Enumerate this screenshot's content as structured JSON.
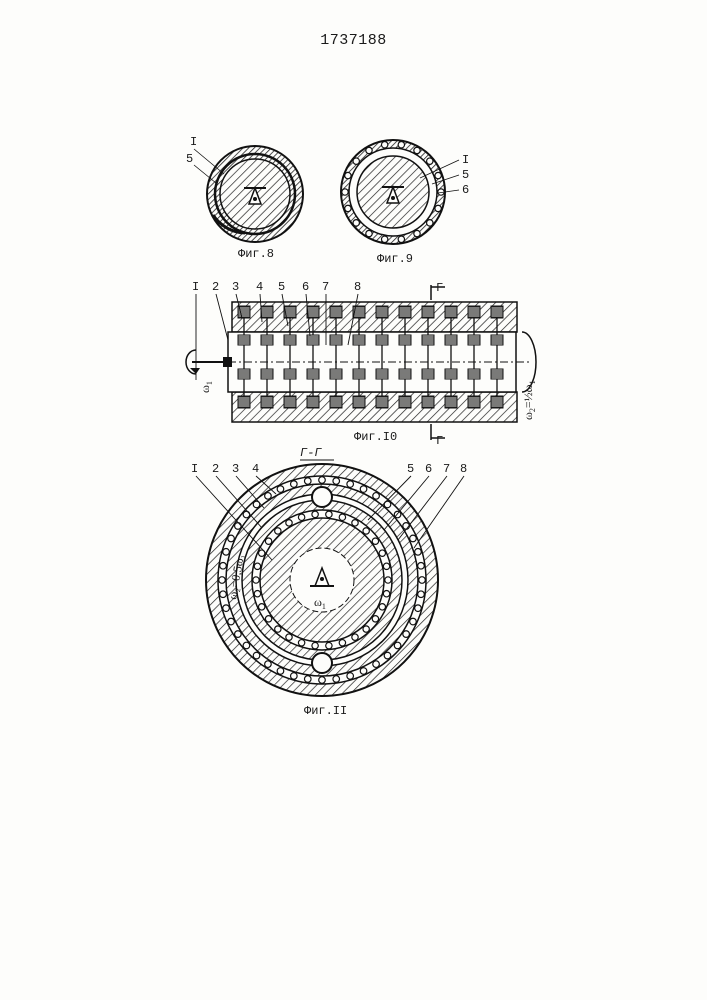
{
  "document": {
    "number": "1737188"
  },
  "fig8": {
    "caption": "Фиг.8",
    "labels": [
      "I",
      "5"
    ]
  },
  "fig9": {
    "caption": "Фиг.9",
    "labels": [
      "I",
      "5",
      "6"
    ]
  },
  "fig10": {
    "caption": "Фиг.I0",
    "labels": [
      "I",
      "2",
      "3",
      "4",
      "5",
      "6",
      "7",
      "8"
    ],
    "section_mark": "Г",
    "omega_in": "ω",
    "omega_in_sub": "1",
    "omega_out": "ω",
    "omega_out_sub": "2",
    "omega_out_eq": "=½ω",
    "omega_out_eq_sub": "1"
  },
  "fig11": {
    "section_title": "Г-Г",
    "caption": "Фиг.II",
    "labels": [
      "I",
      "2",
      "3",
      "4",
      "5",
      "6",
      "7",
      "8"
    ],
    "omega_ring": "ω₂=0,5ω₁",
    "omega_center": "ω",
    "omega_center_sub": "1"
  }
}
